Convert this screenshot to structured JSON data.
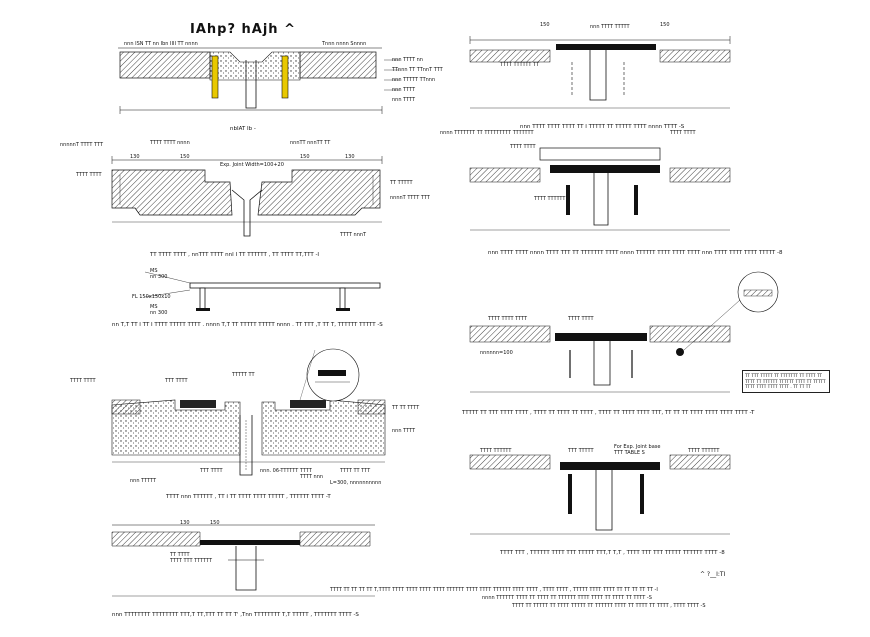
{
  "title": "IAhp? hAjh ^",
  "drawings": {
    "d1": {
      "caption": "nbIAT Ib -",
      "labels": [
        "nnn ISN TT nn Ibn IIII TT nnnn",
        "Tnnn nnnn Snnnn",
        "nnn TTTT nn",
        "TTnnn TT TTnnT TTT",
        "nnn TTTTT TTnnn",
        "nnn TTTT",
        "nnn TTTT"
      ]
    },
    "d2": {
      "caption": "TT TTTT TTTT , nnTTT TTTT nnI I TT TTTTTT , TT TTTT TT,TTT -I",
      "dims": [
        "130",
        "150",
        "150",
        "130",
        "Exp. Joint Width=100+20"
      ],
      "labels": [
        "nnnnnT TTTT TTT",
        "TTTT TTTT nnnn",
        "nnnTT nnnTT TT",
        "TTTT TTTT",
        "TT TTTTT",
        "nnnnT TTTT TTT",
        "TTTT nnnT"
      ]
    },
    "d3": {
      "caption": "nn T,T TT I TT I TTTT TTTTT TTTT . nnnn T,T TT TTTTT TTTTT nnnn . TT TTT ,T TT T, TTTTTT TTTTT -S",
      "labels": [
        "MS",
        "nn 300",
        "FL 150x150x10",
        "MS",
        "nn 300"
      ]
    },
    "d4": {
      "caption": "TTTT nnn TTTTTT , TT I TT TTTT TTTT TTTTT , TTTTTT TTTT -T",
      "labels": [
        "TTTT TTTT",
        "TTT TTTT",
        "TTTTT TT",
        "TT TT TTTT",
        "nnn TTTT",
        "nnn. 06-TTTTTT TTTT",
        "nnn TTTTT",
        "TTT TTTT",
        "TTTT TT TTT",
        "L=300, nnnnnnnnnn",
        "TTTT nnn"
      ]
    },
    "d5": {
      "caption": "nnn TTTTTTTT TTTTTTTT TTT,T TT,TTT TT TT T' ,Tnn TTTTTTTT T,T TTTTT , TTTTTTT TTTT -S",
      "labels": [
        "130",
        "150",
        "TT TTTT",
        "TTTT TTT TTTTTT"
      ]
    },
    "d6": {
      "caption": "nnn TTTT TTTT TTTT TT I TTTTT TT TTTTT TTTT nnnn TTTT -S",
      "dims": [
        "150",
        "150"
      ],
      "labels": [
        "nnn TTTT TTTTT",
        "TTTT TTTTTT TT"
      ]
    },
    "d7": {
      "caption": "nnn TTTT TTTT nnnn TTTT TTT TT TTTTTTT TTTT nnnn TTTTTT TTTT TTTT TTTT nnn TTTT TTTT TTTT TTTTT -8",
      "labels": [
        "nnnn TTTTTTT TT TTTTTTTTT TTTTTTT",
        "TTTT TTTT",
        "TTTT TTTT",
        "TTTT TTTTTT"
      ]
    },
    "d8": {
      "caption": "TTTTT TT TTT TTTT TTTT , TTTT TT TTTT TT TTTT , TTTT TT TTTT TTTT TTT, TT TT TT TTTT TTTT TTTT TTTT -T",
      "labels": [
        "TTTT TTTT TTTT",
        "TTTT TTTT",
        "nnnnnn=100"
      ],
      "detail_note": "TT TTT TTTTT TT TTTTTTT TT TTTT TT TTTT TT TTTTTT TTTTTT TTTT TT TTTTT TTTT TTTT TTTT TTTT . TT TT TT"
    },
    "d9": {
      "caption": "TTTT TTT , TTTTTT TTTT TTT TTTTT TTT,T T,T , TTTT TTT TTT TTTTT TTTTTT TTTT -8",
      "labels": [
        "TTTT TTTTTT",
        "TTT TTTTT",
        "For Exp. Joint base",
        "TTT TABLE S",
        "TTTT TTTTTT"
      ]
    }
  },
  "notes": {
    "title": "^ ?__I:TI",
    "lines": [
      "TTTT TT TT TT TT T,TTTT TTTT TTTT TTTT TTTT TTTTTT TTTT TTTT TTTTTT TTTT TTTT , TTTT TTTT , TTTTT TTTT TTTT TT TT TT TT TT -I",
      "nnnn TTTTTT TTTT TT TTTT TT TTTTTT TTTT TTTT TT TTTT TT TTTT -S",
      "TTTT TT TTTTT TT TTTT TTTTT TT TTTTTT TTTT TT TTTT TT TTTT , TTTT TTTT -S"
    ]
  },
  "colors": {
    "line": "#111111",
    "hatch": "#555555",
    "bolt_yellow": "#e8c800",
    "steel": "#111111"
  }
}
